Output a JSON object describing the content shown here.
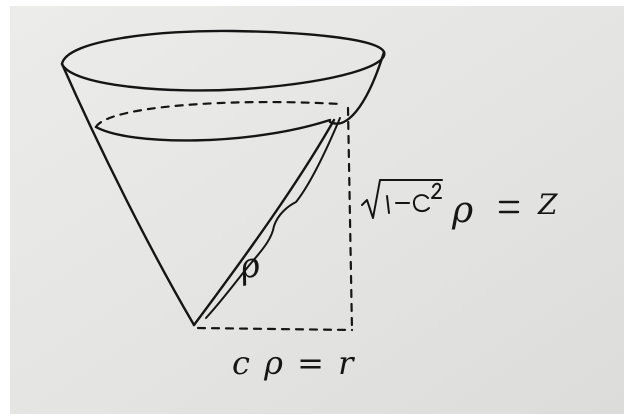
{
  "diagram": {
    "labels": {
      "slant": "ρ",
      "height_rhs": "Z",
      "base": "c ρ = r"
    },
    "colors": {
      "paper": "#e6e6e4",
      "ink": "#151515"
    }
  }
}
